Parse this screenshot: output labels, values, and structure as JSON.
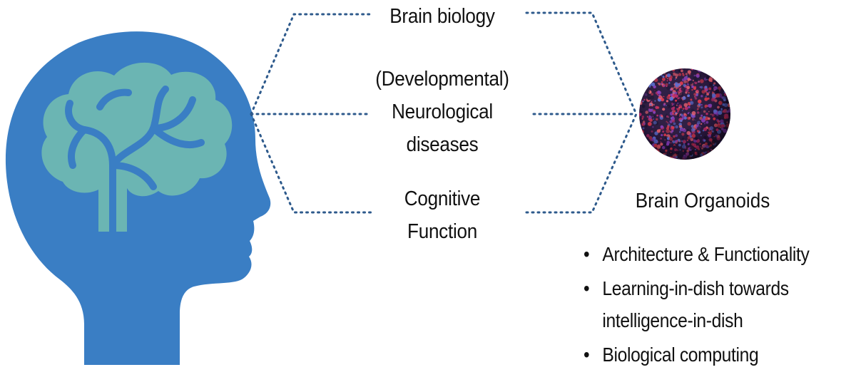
{
  "topics": {
    "brain_biology": {
      "lines": [
        "Brain biology"
      ]
    },
    "neurological_diseases": {
      "lines": [
        "(Developmental)",
        "Neurological",
        "diseases"
      ]
    },
    "cognitive_function": {
      "lines": [
        "Cognitive",
        "Function"
      ]
    }
  },
  "organoids": {
    "title": "Brain Organoids",
    "bullet_glyph": "•",
    "items": [
      {
        "lines": [
          "Architecture & Functionality"
        ]
      },
      {
        "lines": [
          "Learning-in-dish towards",
          "intelligence-in-dish"
        ]
      },
      {
        "lines": [
          "Biological computing"
        ]
      }
    ]
  },
  "colors": {
    "head_blue": "#3a7ec4",
    "brain_teal": "#6bb5b3",
    "vessel_blue": "#3a7ec4",
    "connector_dots": "#2e5a8c",
    "organoid_red": "#e0364b",
    "organoid_blue": "#5a6fd8",
    "organoid_dark": "#1a1030"
  },
  "icons": {
    "head": "human-head-profile-icon",
    "brain": "brain-icon",
    "organoid": "brain-organoid-sphere-icon"
  }
}
